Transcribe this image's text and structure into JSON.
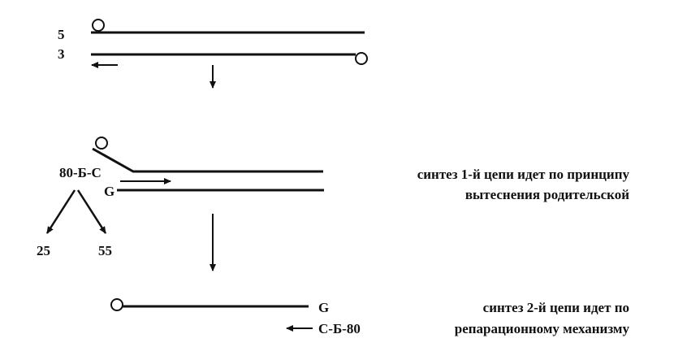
{
  "step1": {
    "label_top": "5",
    "label_bottom": "3"
  },
  "step2": {
    "label_primer": "80-Б-С",
    "label_g": "G",
    "fragment_left": "25",
    "fragment_right": "55",
    "caption_line1": "синтез 1-й цепи идет по принципу",
    "caption_line2": "вытеснения родительской"
  },
  "step3": {
    "label_g": "G",
    "label_primer": "С-Б-80",
    "caption_line1": "синтез 2-й цепи идет по",
    "caption_line2": "репарационному механизму"
  }
}
